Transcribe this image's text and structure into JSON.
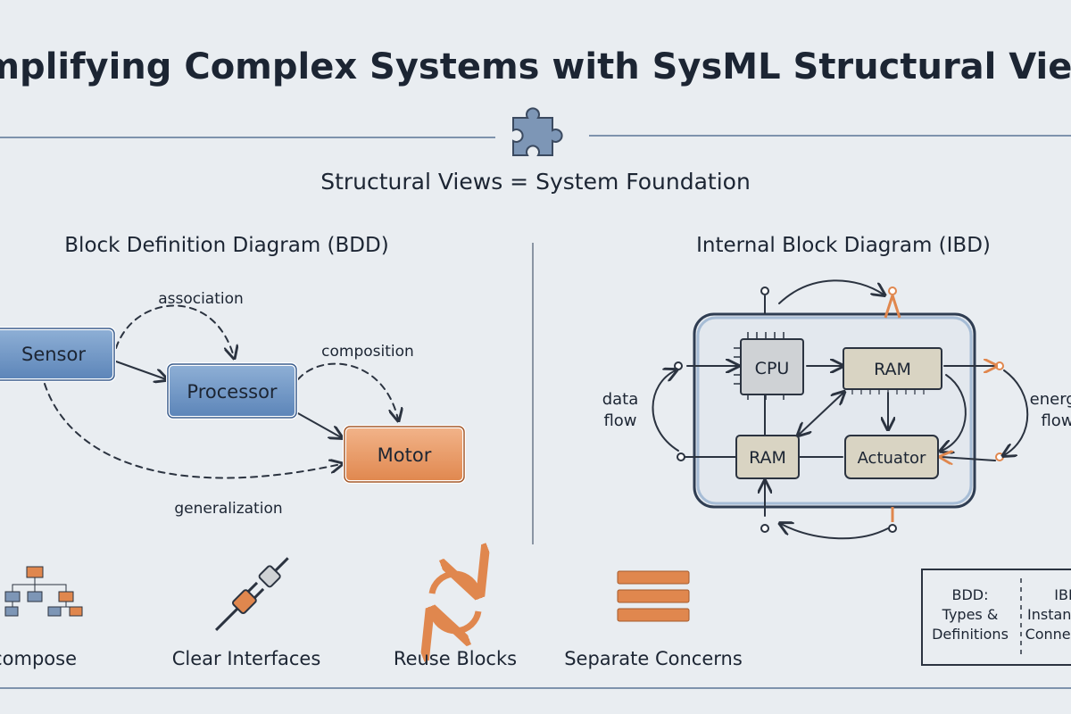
{
  "title": "Simplifying Complex Systems with SysML Structural Views",
  "subtitle": "Structural Views = System Foundation",
  "bdd": {
    "heading": "Block Definition Diagram (BDD)",
    "blocks": [
      "Sensor",
      "Processor",
      "Motor"
    ],
    "relations": {
      "association": "association",
      "composition": "composition",
      "generalization": "generalization"
    }
  },
  "ibd": {
    "heading": "Internal Block Diagram (IBD)",
    "parts": {
      "cpu": "CPU",
      "ram_top": "RAM",
      "ram_bottom": "RAM",
      "actuator": "Actuator"
    },
    "left_label": [
      "data",
      "flow"
    ],
    "right_label": [
      "energy",
      "flow"
    ]
  },
  "benefits": [
    {
      "label": "Decompose",
      "icon": "hierarchy-icon"
    },
    {
      "label": "Clear Interfaces",
      "icon": "plug-icon"
    },
    {
      "label": "Reuse Blocks",
      "icon": "recycle-icon"
    },
    {
      "label": "Separate Concerns",
      "icon": "layers-icon"
    }
  ],
  "comparison": {
    "bdd": [
      "BDD:",
      "Types &",
      "Definitions"
    ],
    "ibd": [
      "IBD:",
      "Instances &",
      "Connections"
    ]
  },
  "colors": {
    "blue": "#5b84b8",
    "orange": "#e0874e",
    "part": "#d9d4c3",
    "ink": "#1c2533"
  }
}
